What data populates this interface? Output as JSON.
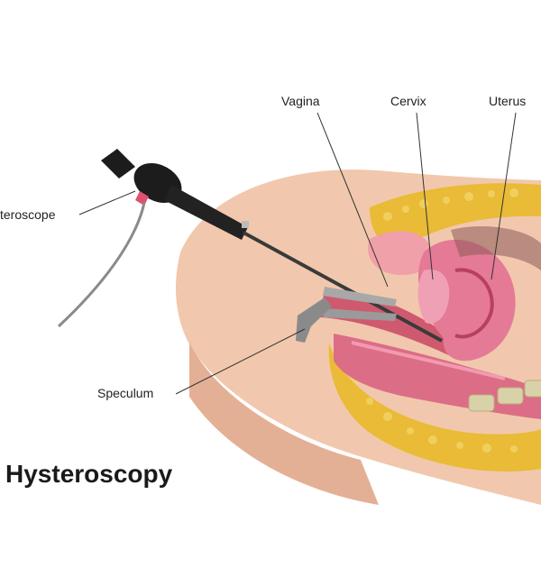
{
  "title": "Hysteroscopy",
  "labels": {
    "vagina": "Vagina",
    "cervix": "Cervix",
    "uterus": "Uterus",
    "hysteroscope": "teroscope",
    "speculum": "Speculum"
  },
  "colors": {
    "skin": "#f0c4a8",
    "fat": "#e8b830",
    "tissue": "#d9607a",
    "uterus": "#e06a8a",
    "instrument": "#1c1c1c",
    "speculum": "#9a9a9a",
    "leader_line": "#333333"
  }
}
